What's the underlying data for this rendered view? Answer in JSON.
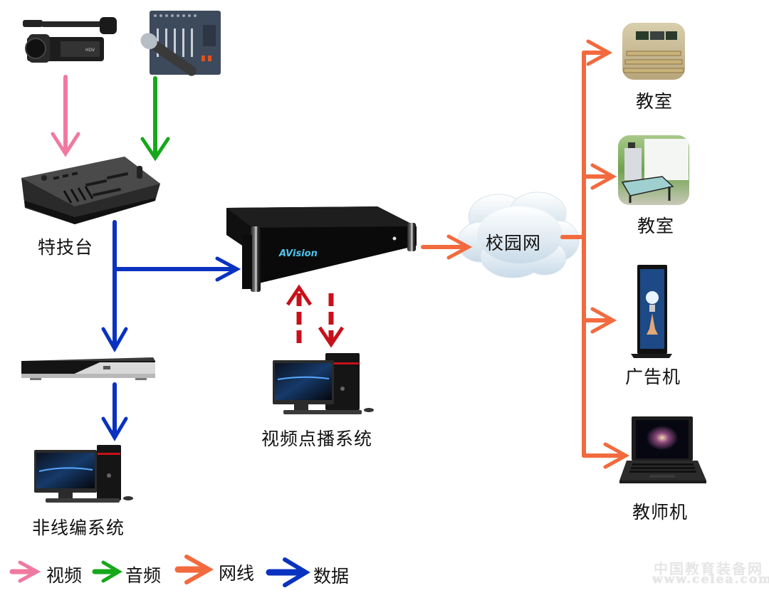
{
  "colors": {
    "video": "#f0799f",
    "audio": "#16a81a",
    "network": "#f26a3e",
    "data": "#0a32c0",
    "vod": "#c8101a",
    "server_brand": "#4fc4ee"
  },
  "nodes": {
    "camera": {
      "icon": "video-camera"
    },
    "mixer": {
      "icon": "audio-mixer-microphone"
    },
    "switcher": {
      "icon": "video-switcher",
      "label": "特技台"
    },
    "recorder": {
      "icon": "blu-ray-recorder"
    },
    "nle": {
      "icon": "desktop-computer",
      "label": "非线编系统"
    },
    "server": {
      "icon": "rack-server",
      "brand": "AVision"
    },
    "vod": {
      "icon": "desktop-computer",
      "label": "视频点播系统"
    },
    "campus_net": {
      "icon": "cloud",
      "label": "校园网"
    },
    "classroom1": {
      "icon": "classroom-photo",
      "label": "教室"
    },
    "classroom2": {
      "icon": "classroom-photo",
      "label": "教室"
    },
    "ad_player": {
      "icon": "digital-signage",
      "label": "广告机"
    },
    "teacher_pc": {
      "icon": "laptop",
      "label": "教师机"
    }
  },
  "legend": [
    {
      "type": "video",
      "label": "视频"
    },
    {
      "type": "audio",
      "label": "音频"
    },
    {
      "type": "network",
      "label": "网线"
    },
    {
      "type": "data",
      "label": "数据"
    }
  ],
  "watermark": {
    "line1": "中国教育装备网",
    "line2": "www.celea.com"
  }
}
